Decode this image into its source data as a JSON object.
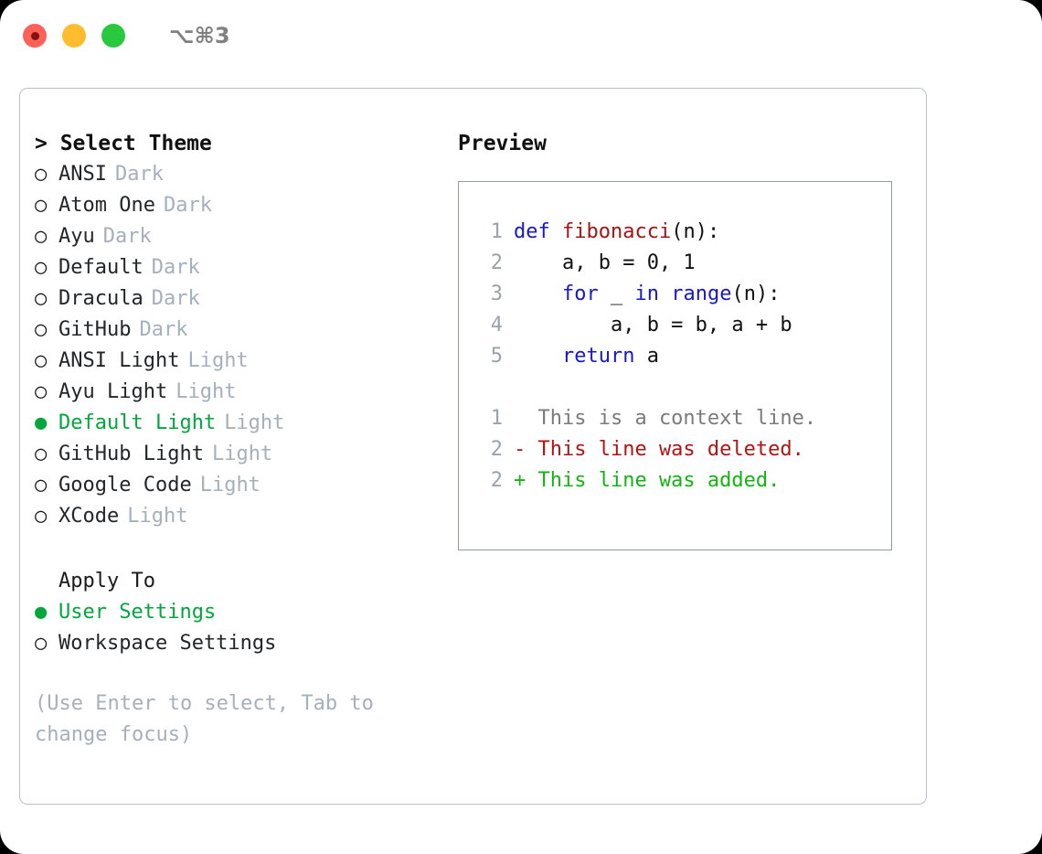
{
  "titlebar": {
    "shortcut": "⌥⌘3",
    "buttons": [
      {
        "name": "close",
        "color": "#ff6058"
      },
      {
        "name": "minimize",
        "color": "#ffbd2e"
      },
      {
        "name": "maximize",
        "color": "#28c83f"
      }
    ]
  },
  "theme_picker": {
    "header": "> Select Theme",
    "items": [
      {
        "marker": "○",
        "label": "ANSI",
        "tag": "Dark",
        "selected": false
      },
      {
        "marker": "○",
        "label": "Atom One",
        "tag": "Dark",
        "selected": false
      },
      {
        "marker": "○",
        "label": "Ayu",
        "tag": "Dark",
        "selected": false
      },
      {
        "marker": "○",
        "label": "Default",
        "tag": "Dark",
        "selected": false
      },
      {
        "marker": "○",
        "label": "Dracula",
        "tag": "Dark",
        "selected": false
      },
      {
        "marker": "○",
        "label": "GitHub",
        "tag": "Dark",
        "selected": false
      },
      {
        "marker": "○",
        "label": "ANSI Light",
        "tag": "Light",
        "selected": false
      },
      {
        "marker": "○",
        "label": "Ayu Light",
        "tag": "Light",
        "selected": false
      },
      {
        "marker": "●",
        "label": "Default Light",
        "tag": "Light",
        "selected": true
      },
      {
        "marker": "○",
        "label": "GitHub Light",
        "tag": "Light",
        "selected": false
      },
      {
        "marker": "○",
        "label": "Google Code",
        "tag": "Light",
        "selected": false
      },
      {
        "marker": "○",
        "label": "XCode",
        "tag": "Light",
        "selected": false
      }
    ]
  },
  "apply_to": {
    "header": "Apply To",
    "options": [
      {
        "marker": "●",
        "label": "User Settings",
        "selected": true
      },
      {
        "marker": "○",
        "label": "Workspace Settings",
        "selected": false
      }
    ]
  },
  "hint": "(Use Enter to select, Tab to change focus)",
  "preview": {
    "header": "Preview",
    "code_lines": [
      {
        "num": "1",
        "tokens": [
          {
            "t": "def ",
            "c": "kw"
          },
          {
            "t": "fibonacci",
            "c": "fn"
          },
          {
            "t": "(n):",
            "c": "plain"
          }
        ]
      },
      {
        "num": "2",
        "tokens": [
          {
            "t": "    a, b = 0, 1",
            "c": "plain"
          }
        ]
      },
      {
        "num": "3",
        "tokens": [
          {
            "t": "    ",
            "c": "plain"
          },
          {
            "t": "for",
            "c": "kw"
          },
          {
            "t": " _ ",
            "c": "plain"
          },
          {
            "t": "in",
            "c": "kw"
          },
          {
            "t": " ",
            "c": "plain"
          },
          {
            "t": "range",
            "c": "kw"
          },
          {
            "t": "(n):",
            "c": "plain"
          }
        ]
      },
      {
        "num": "4",
        "tokens": [
          {
            "t": "        a, b = b, a + b",
            "c": "plain"
          }
        ]
      },
      {
        "num": "5",
        "tokens": [
          {
            "t": "    ",
            "c": "plain"
          },
          {
            "t": "return",
            "c": "kw"
          },
          {
            "t": " a",
            "c": "plain"
          }
        ]
      }
    ],
    "diff_lines": [
      {
        "num": "1",
        "text": "  This is a context line.",
        "kind": "ctx"
      },
      {
        "num": "2",
        "text": "- This line was deleted.",
        "kind": "del"
      },
      {
        "num": "2",
        "text": "+ This line was added.",
        "kind": "add"
      }
    ]
  },
  "colors": {
    "accent_green": "#00a83c",
    "muted": "#a5b0bd",
    "keyword_blue": "#1717d1",
    "function_red": "#a41414",
    "diff_delete": "#b51212",
    "diff_add": "#12b512",
    "border": "#b9c0cb"
  }
}
